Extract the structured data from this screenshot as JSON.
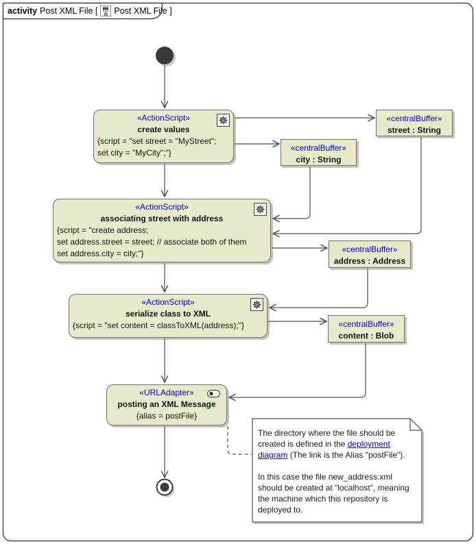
{
  "header": {
    "keyword": "activity",
    "title_left": "Post XML File [",
    "title_right": "Post XML File ]",
    "diagram_icon": "activity-diagram-icon"
  },
  "actions": {
    "create_values": {
      "stereotype": "«ActionScript»",
      "name": "create values",
      "icon": "gear-icon",
      "lines": [
        "{script = \"set street = \"MyStreet\";",
        "set city = \"MyCity\";\"}"
      ]
    },
    "associating": {
      "stereotype": "«ActionScript»",
      "name": "associating street with address",
      "icon": "gear-icon",
      "lines": [
        "{script = \"create address;",
        "set address.street = street; // associate both of them",
        "set address.city = city;\"}"
      ]
    },
    "serialize": {
      "stereotype": "«ActionScript»",
      "name": "serialize class to XML",
      "icon": "gear-icon",
      "lines": [
        "{script = \"set content = classToXML(address);\"}"
      ]
    },
    "posting": {
      "stereotype": "«URLAdapter»",
      "name": "posting an XML Message",
      "icon": "adapter-pill-icon",
      "lines": [
        "{alias = postFile}"
      ]
    }
  },
  "buffers": {
    "street": {
      "stereotype": "«centralBuffer»",
      "name": "street : String"
    },
    "city": {
      "stereotype": "«centralBuffer»",
      "name": "city : String"
    },
    "address": {
      "stereotype": "«centralBuffer»",
      "name": "address : Address"
    },
    "content": {
      "stereotype": "«centralBuffer»",
      "name": "content : Blob"
    }
  },
  "note": {
    "line1": "The directory where the file should be",
    "line2_text": "created is defined in the ",
    "link1": "deployment",
    "link2": "diagram",
    "line3_text": " (The link is the Alias \"postFile\").",
    "line4": "In this case the file new_address.xml",
    "line5": "should be created at \"localhost\", meaning",
    "line6": "the machine which this repository is",
    "line7": "deployed to."
  },
  "colors": {
    "node_fill": "#e9e9cb",
    "node_border": "#6e6e6e",
    "edge": "#4d4d4d",
    "stereotype": "#0000cc",
    "link": "#0000cc"
  }
}
